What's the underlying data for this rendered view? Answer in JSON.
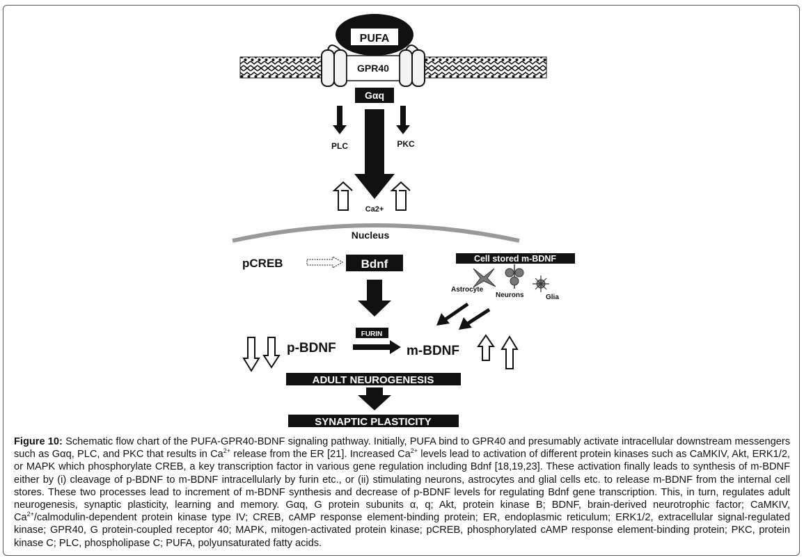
{
  "diagram": {
    "pufa": "PUFA",
    "gpr40": "GPR40",
    "galpha_q": "Gαq",
    "plc": "PLC",
    "pkc": "PKC",
    "ca2": "Ca2+",
    "nucleus": "Nucleus",
    "pcreb": "pCREB",
    "bdnf": "Bdnf",
    "cell_stored": "Cell stored m-BDNF",
    "astrocyte": "Astrocyte",
    "neurons": "Neurons",
    "glia": "Glia",
    "furin": "FURIN",
    "p_bdnf": "p-BDNF",
    "m_bdnf": "m-BDNF",
    "adult_neurogenesis": "ADULT NEUROGENESIS",
    "synaptic_plasticity": "SYNAPTIC PLASTICITY"
  },
  "caption": {
    "label": "Figure 10:",
    "t1": " Schematic flow chart of the PUFA-GPR40-BDNF signaling pathway. Initially, PUFA bind to GPR40 and presumably activate intracellular downstream messengers such as Gαq, PLC, and PKC that results in Ca",
    "sup1": "2+",
    "t2": " release from the ER [21]. Increased Ca",
    "sup2": "2+",
    "t3": " levels lead to activation of different protein kinases such as CaMKIV, Akt, ERK1/2, or MAPK which phosphorylate CREB, a key transcription factor in various gene regulation including Bdnf [18,19,23]. These activation finally leads to synthesis of m-BDNF either by (i) cleavage of p-BDNF to m-BDNF intracellularly by furin etc., or (ii) stimulating neurons, astrocytes and glial cells etc. to release m-BDNF from the internal cell stores. These two processes lead to increment of m-BDNF synthesis and decrease of p-BDNF levels for regulating Bdnf gene transcription. This, in turn, regulates adult neurogenesis, synaptic plasticity, learning and memory. Gαq, G protein subunits α, q; Akt, protein kinase B; BDNF, brain-derived neurotrophic factor; CaMKIV, Ca",
    "sup3": "2+",
    "t4": "/calmodulin-dependent protein kinase type IV; CREB, cAMP response element-binding protein; ER, endoplasmic reticulum; ERK1/2, extracellular signal-regulated kinase; GPR40, G protein-coupled receptor 40; MAPK, mitogen-activated protein kinase; pCREB, phosphorylated cAMP response element-binding protein; PKC, protein kinase C; PLC, phospholipase C; PUFA, polyunsaturated fatty acids."
  }
}
